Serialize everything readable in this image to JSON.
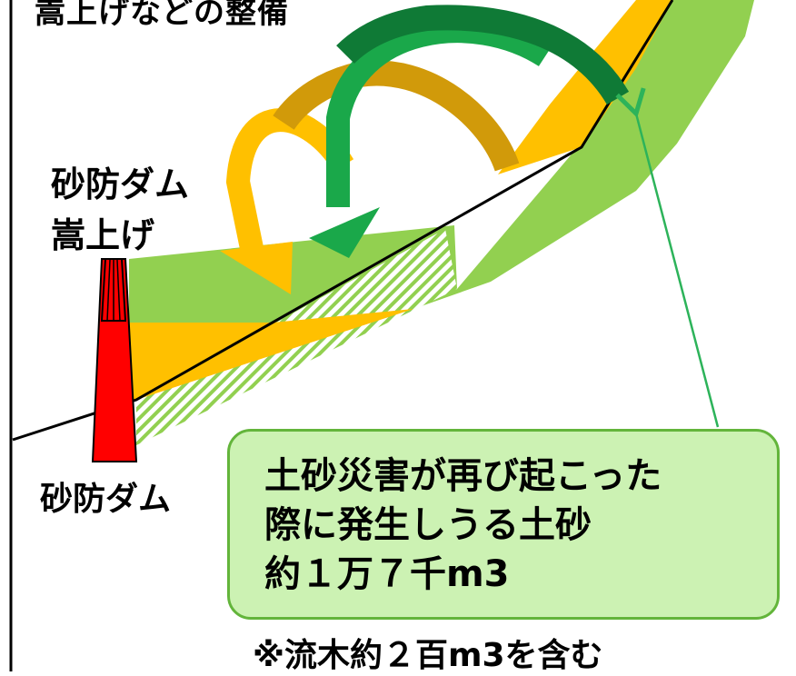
{
  "labels": {
    "title_partial": "嵩上げなどの整備",
    "dam_raise": [
      "砂防ダム",
      "嵩上げ"
    ],
    "dam": "砂防ダム",
    "callout": [
      "土砂災害が再び起こった",
      "際に発生しうる土砂",
      "約１万７千m3"
    ],
    "footnote": "※流木約２百m3を含む"
  },
  "colors": {
    "green_deposit": "#92d050",
    "orange_deposit": "#ffc000",
    "dark_yellow_arrow": "#d19a0a",
    "green_arrow": "#1aa84a",
    "dark_green_arrow": "#0f7a36",
    "dam_red": "#ff0000",
    "callout_fill": "#ccf2b3",
    "callout_border": "#63b53b",
    "pointer_line": "#2db35a"
  }
}
